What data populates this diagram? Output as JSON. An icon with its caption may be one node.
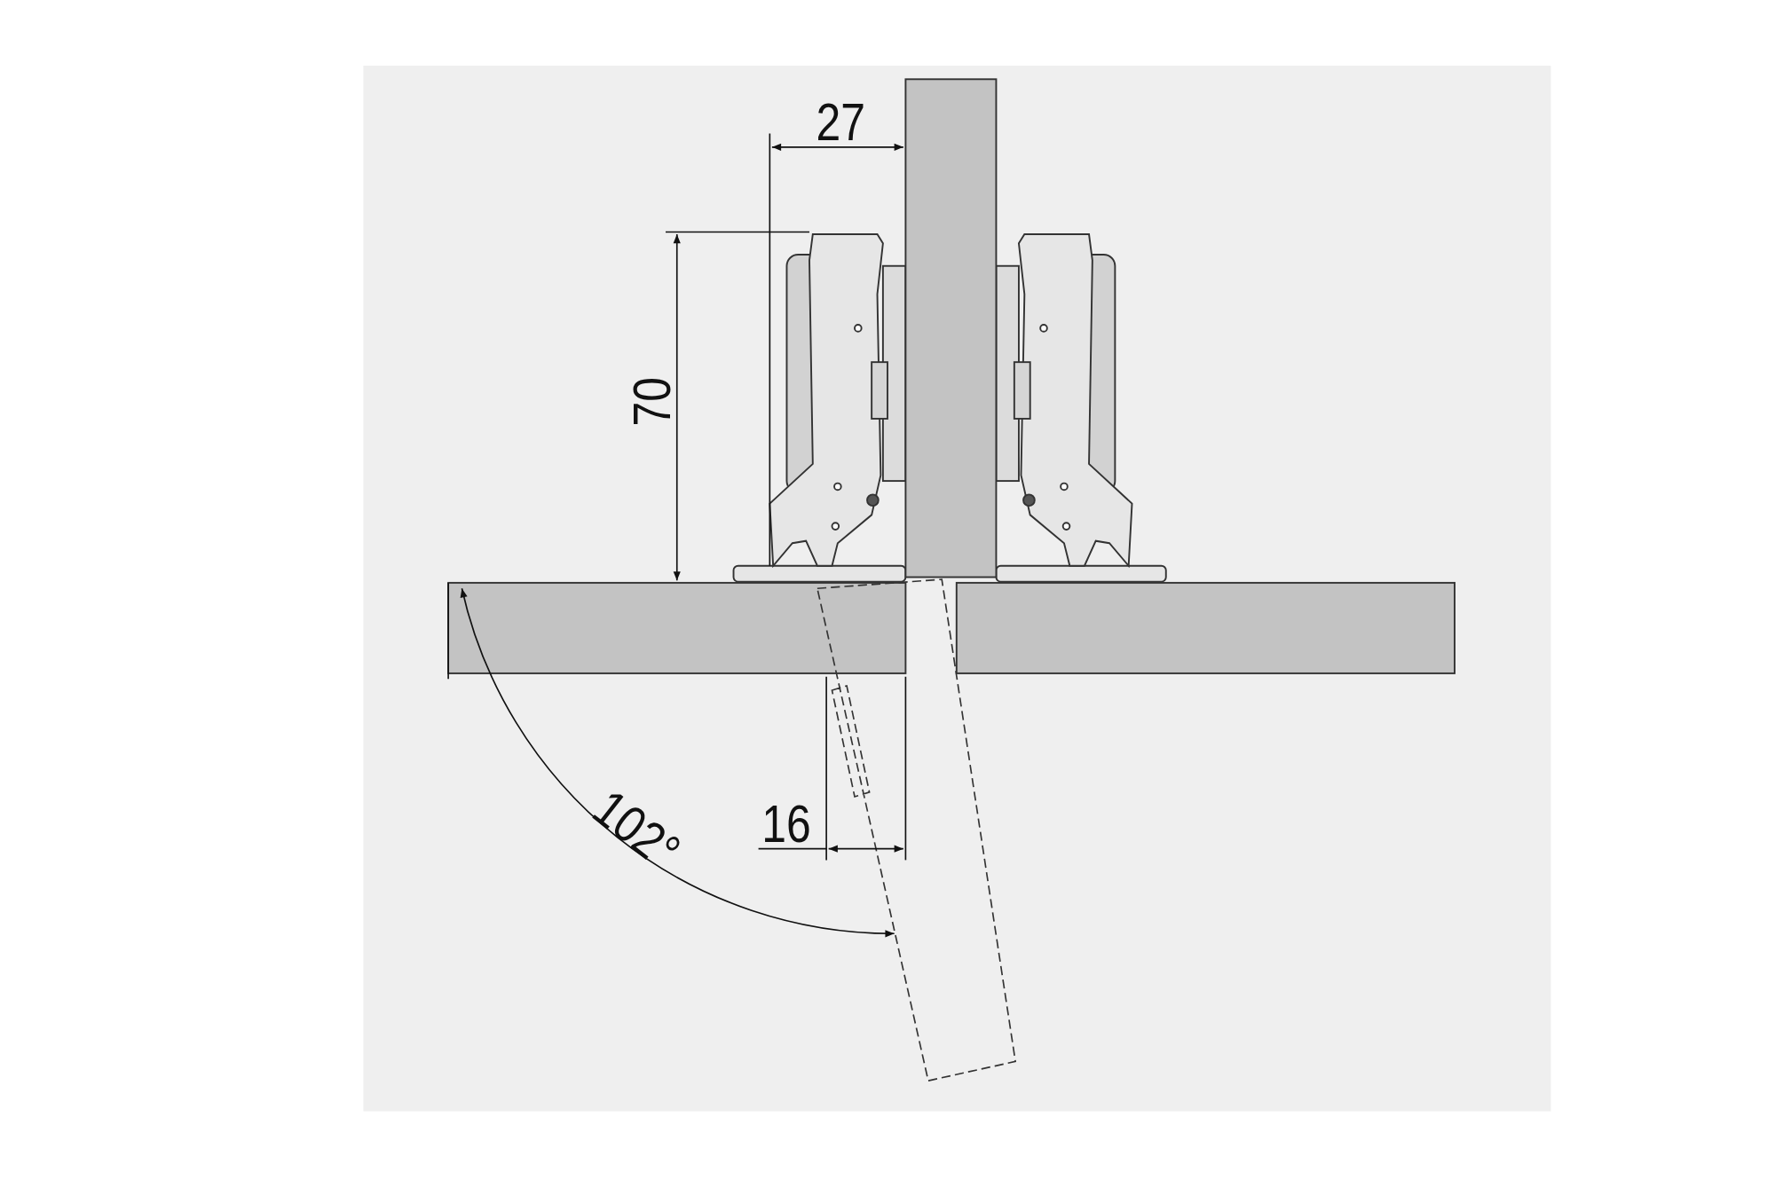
{
  "diagram": {
    "labels": [
      "27",
      "70",
      "16",
      "102°"
    ]
  }
}
